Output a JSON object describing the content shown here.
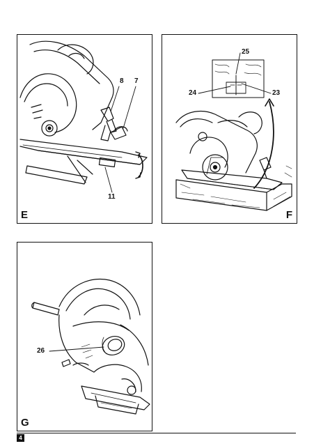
{
  "figures": {
    "e": {
      "letter": "E",
      "callouts": {
        "c8": "8",
        "c7": "7",
        "c11": "11"
      }
    },
    "f": {
      "letter": "F",
      "callouts": {
        "c25": "25",
        "c24": "24",
        "c23": "23"
      }
    },
    "g": {
      "letter": "G",
      "callouts": {
        "c26": "26"
      }
    }
  },
  "footer": {
    "page_number": "4"
  },
  "colors": {
    "ink": "#111111",
    "paper": "#ffffff"
  }
}
